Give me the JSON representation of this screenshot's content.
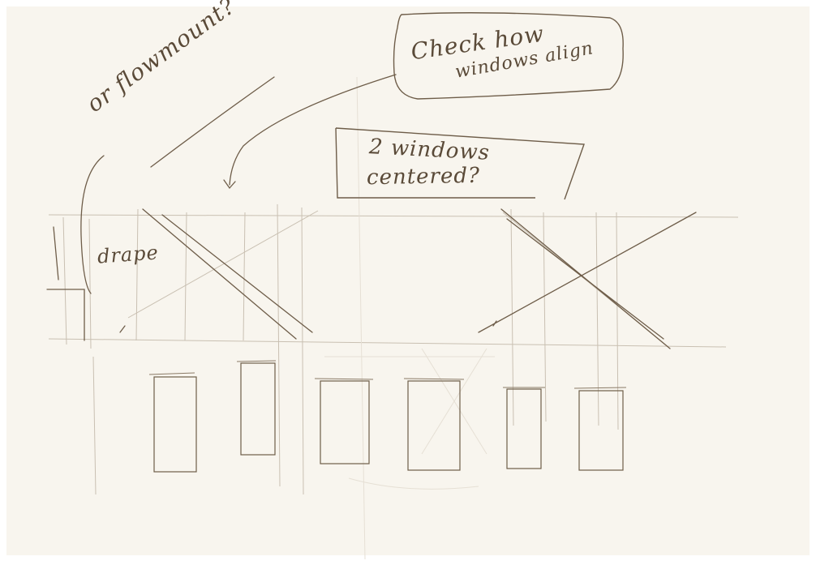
{
  "sketch": {
    "paper_color": "#f8f5ee",
    "ink_color": "#5a4a38",
    "pencil_color": "#b5ab9c",
    "notes": {
      "check_line1": "Check how",
      "check_line2": "windows align",
      "windows_line1": "2 windows",
      "windows_line2": "centered?",
      "flowmount": "or flowmount?",
      "drape": "drape"
    }
  }
}
